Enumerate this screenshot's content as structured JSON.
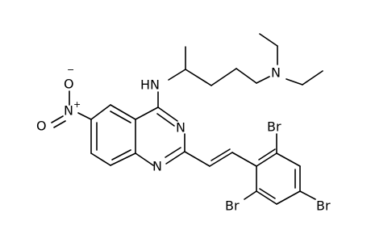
{
  "structure": {
    "atom_labels": {
      "nh": "HN",
      "amine_n": "N",
      "ring_n3": "N",
      "ring_n1": "N",
      "nitro_n": "N",
      "nitro_o_top": "O",
      "nitro_o_bottom": "O",
      "nitro_plus": "+",
      "nitro_minus": "−",
      "br_top": "Br",
      "br_left": "Br",
      "br_right": "Br"
    },
    "colors": {
      "bond": "#000000",
      "label": "#000000",
      "background": "#ffffff"
    }
  }
}
